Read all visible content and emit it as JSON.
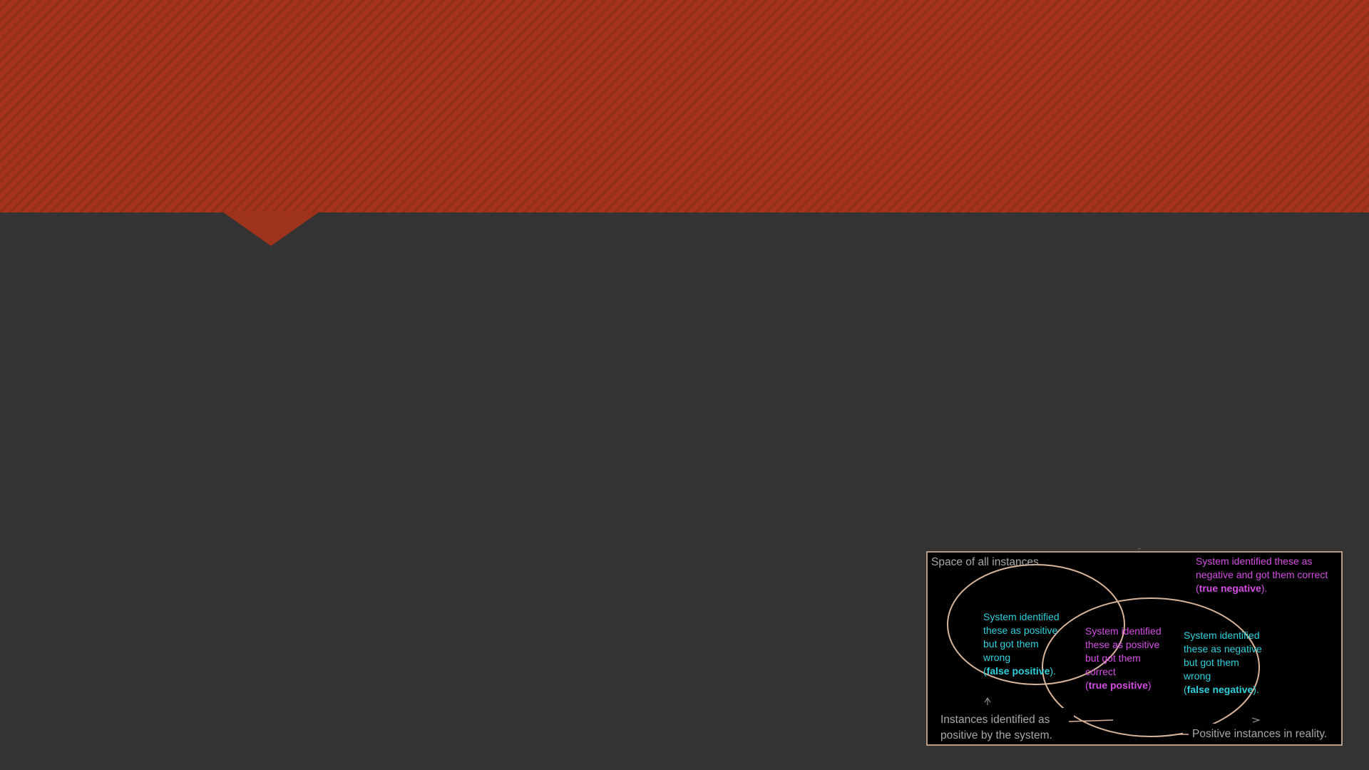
{
  "slide": {
    "title": "",
    "colors": {
      "banner": "#a7331c",
      "background": "#333333",
      "diagram_background": "#000000",
      "ellipse_stroke": "#d8b59a",
      "cyan_text": "#2fd0dc",
      "magenta_text": "#d34fe2",
      "grey_text": "#a8a8a8"
    }
  },
  "diagram": {
    "space_label": "Space of all instances",
    "true_negative": {
      "text": "System identified these as negative and got them correct",
      "lines": [
        "System identified these as",
        "negative and got them correct"
      ],
      "term_open": "(",
      "term": "true negative",
      "term_close": ")."
    },
    "false_positive": {
      "lines": [
        "System identified",
        "these as positive",
        "but got them",
        "wrong"
      ],
      "term_open": "(",
      "term": "false positive",
      "term_close": ")."
    },
    "true_positive": {
      "lines": [
        "System identified",
        "these as positive",
        "but got them",
        "correct"
      ],
      "term_open": "(",
      "term": "true positive",
      "term_close": ")"
    },
    "false_negative": {
      "lines": [
        "System identified",
        "these as negative",
        "but got them",
        "wrong"
      ],
      "term_open": "(",
      "term": "false negative",
      "term_close": ")."
    },
    "system_positive_label": {
      "lines": [
        "Instances identified as",
        "positive by the system."
      ]
    },
    "reality_positive_label": "Positive instances in reality."
  }
}
